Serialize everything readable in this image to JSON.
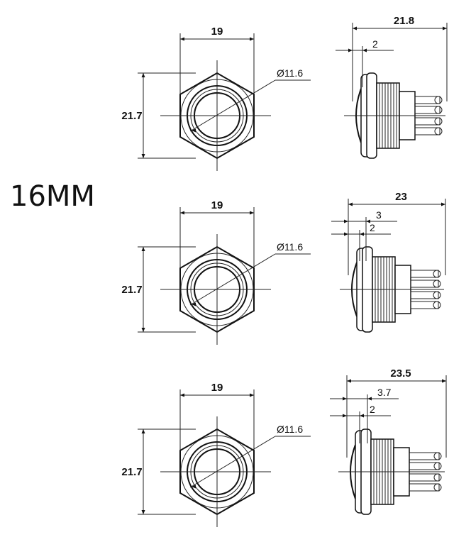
{
  "title": "16MM",
  "rows": [
    {
      "front": {
        "width": "19",
        "height": "21.7",
        "diameter": "Ø11.6"
      },
      "side": {
        "length": "21.8",
        "offsets": [
          "2"
        ]
      }
    },
    {
      "front": {
        "width": "19",
        "height": "21.7",
        "diameter": "Ø11.6"
      },
      "side": {
        "length": "23",
        "offsets": [
          "3",
          "2"
        ]
      }
    },
    {
      "front": {
        "width": "19",
        "height": "21.7",
        "diameter": "Ø11.6"
      },
      "side": {
        "length": "23.5",
        "offsets": [
          "3.7",
          "2"
        ]
      }
    }
  ]
}
